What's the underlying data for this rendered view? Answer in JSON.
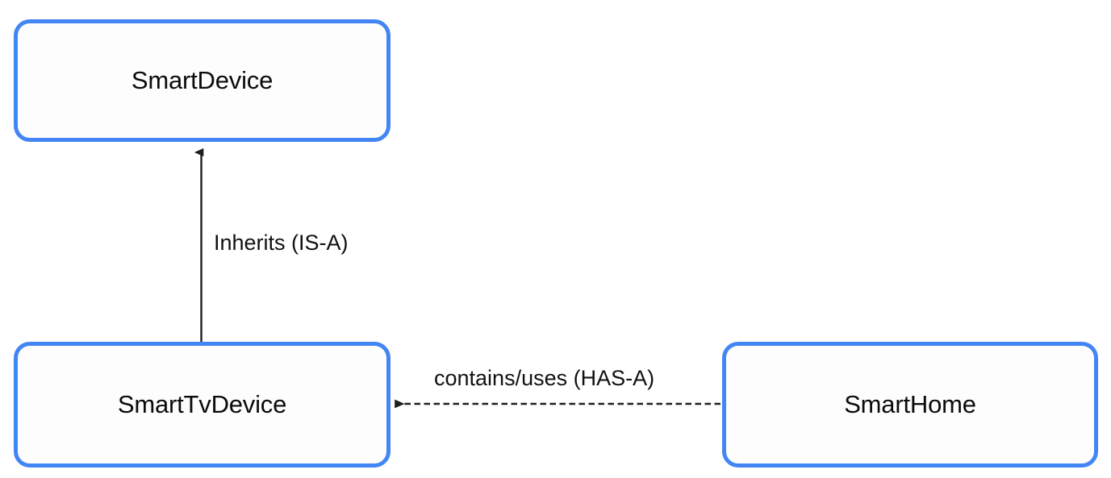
{
  "diagram": {
    "type": "class-relationship-diagram",
    "background_color": "#ffffff",
    "node_border_color": "#4285f4",
    "node_fill_color": "#fdfdfd",
    "edge_color": "#1f1f1f",
    "nodes": [
      {
        "id": "smartdevice",
        "label": "SmartDevice",
        "shape": "rounded-rectangle"
      },
      {
        "id": "smarttvdevice",
        "label": "SmartTvDevice",
        "shape": "rounded-rectangle"
      },
      {
        "id": "smarthome",
        "label": "SmartHome",
        "shape": "rounded-rectangle"
      }
    ],
    "edges": [
      {
        "id": "inherits",
        "label": "Inherits (IS-A)",
        "from": "smarttvdevice",
        "to": "smartdevice",
        "style": "solid",
        "arrowhead": "filled-triangle",
        "direction": "up"
      },
      {
        "id": "contains",
        "label": "contains/uses (HAS-A)",
        "from": "smarthome",
        "to": "smarttvdevice",
        "style": "dashed",
        "arrowhead": "filled-triangle",
        "direction": "left"
      }
    ]
  }
}
